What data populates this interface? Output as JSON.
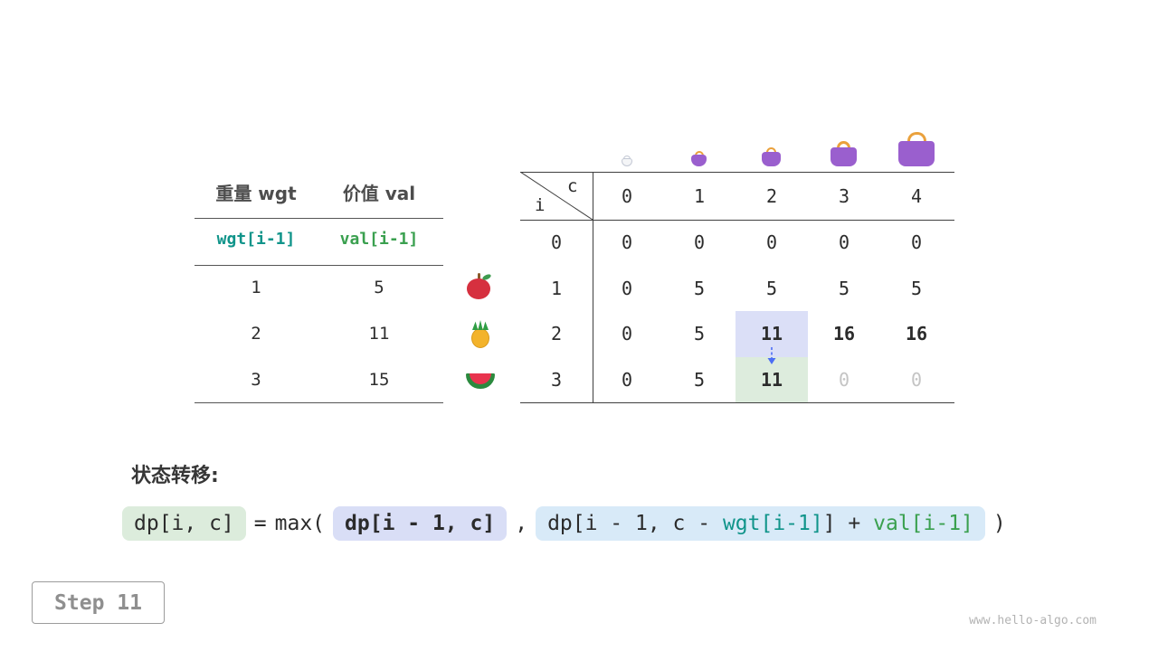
{
  "meta": {
    "transition_label": "状态转移:",
    "step_label": "Step 11",
    "watermark": "www.hello-algo.com"
  },
  "items_table": {
    "col_headers": [
      "重量 wgt",
      "价值 val"
    ],
    "sub_headers": [
      "wgt[i-1]",
      "val[i-1]"
    ],
    "rows": [
      [
        "1",
        "5"
      ],
      [
        "2",
        "11"
      ],
      [
        "3",
        "15"
      ]
    ],
    "row_icons": [
      "apple-icon",
      "pineapple-icon",
      "watermelon-icon"
    ]
  },
  "dp_table": {
    "corner": {
      "col_label": "c",
      "row_label": "i"
    },
    "col_headers": [
      "0",
      "1",
      "2",
      "3",
      "4"
    ],
    "row_headers": [
      "0",
      "1",
      "2",
      "3"
    ],
    "cells": [
      [
        "0",
        "0",
        "0",
        "0",
        "0"
      ],
      [
        "0",
        "5",
        "5",
        "5",
        "5"
      ],
      [
        "0",
        "5",
        "11",
        "16",
        "16"
      ],
      [
        "0",
        "5",
        "11",
        "0",
        "0"
      ]
    ],
    "bag_icons": [
      "bag-tiny-outline",
      "bag-small",
      "bag-medium",
      "bag-large",
      "bag-xlarge"
    ],
    "highlight_source": {
      "row": 2,
      "col": 2
    },
    "highlight_target": {
      "row": 3,
      "col": 2
    }
  },
  "formula": {
    "lhs": "dp[i, c]",
    "equals": "=",
    "max_open": "max(",
    "arg1": "dp[i - 1, c]",
    "separator": ",",
    "arg2_part1": "dp[i - 1, c - ",
    "arg2_wgt": "wgt[i-1]",
    "arg2_part2": "] + ",
    "arg2_val": "val[i-1]",
    "close_paren": ")"
  },
  "colors": {
    "accent_wgt": "#10948a",
    "accent_val": "#3aa04f",
    "highlight_blue_bg": "#dbdff7",
    "highlight_green_bg": "#ddecdd",
    "formula_blue_bg": "#d8eaf8",
    "dim_text": "#c4c4c4",
    "arrow_blue": "#4c6ef5",
    "bag_purple": "#9a5fce",
    "bag_handle_gold": "#eaa13c"
  }
}
